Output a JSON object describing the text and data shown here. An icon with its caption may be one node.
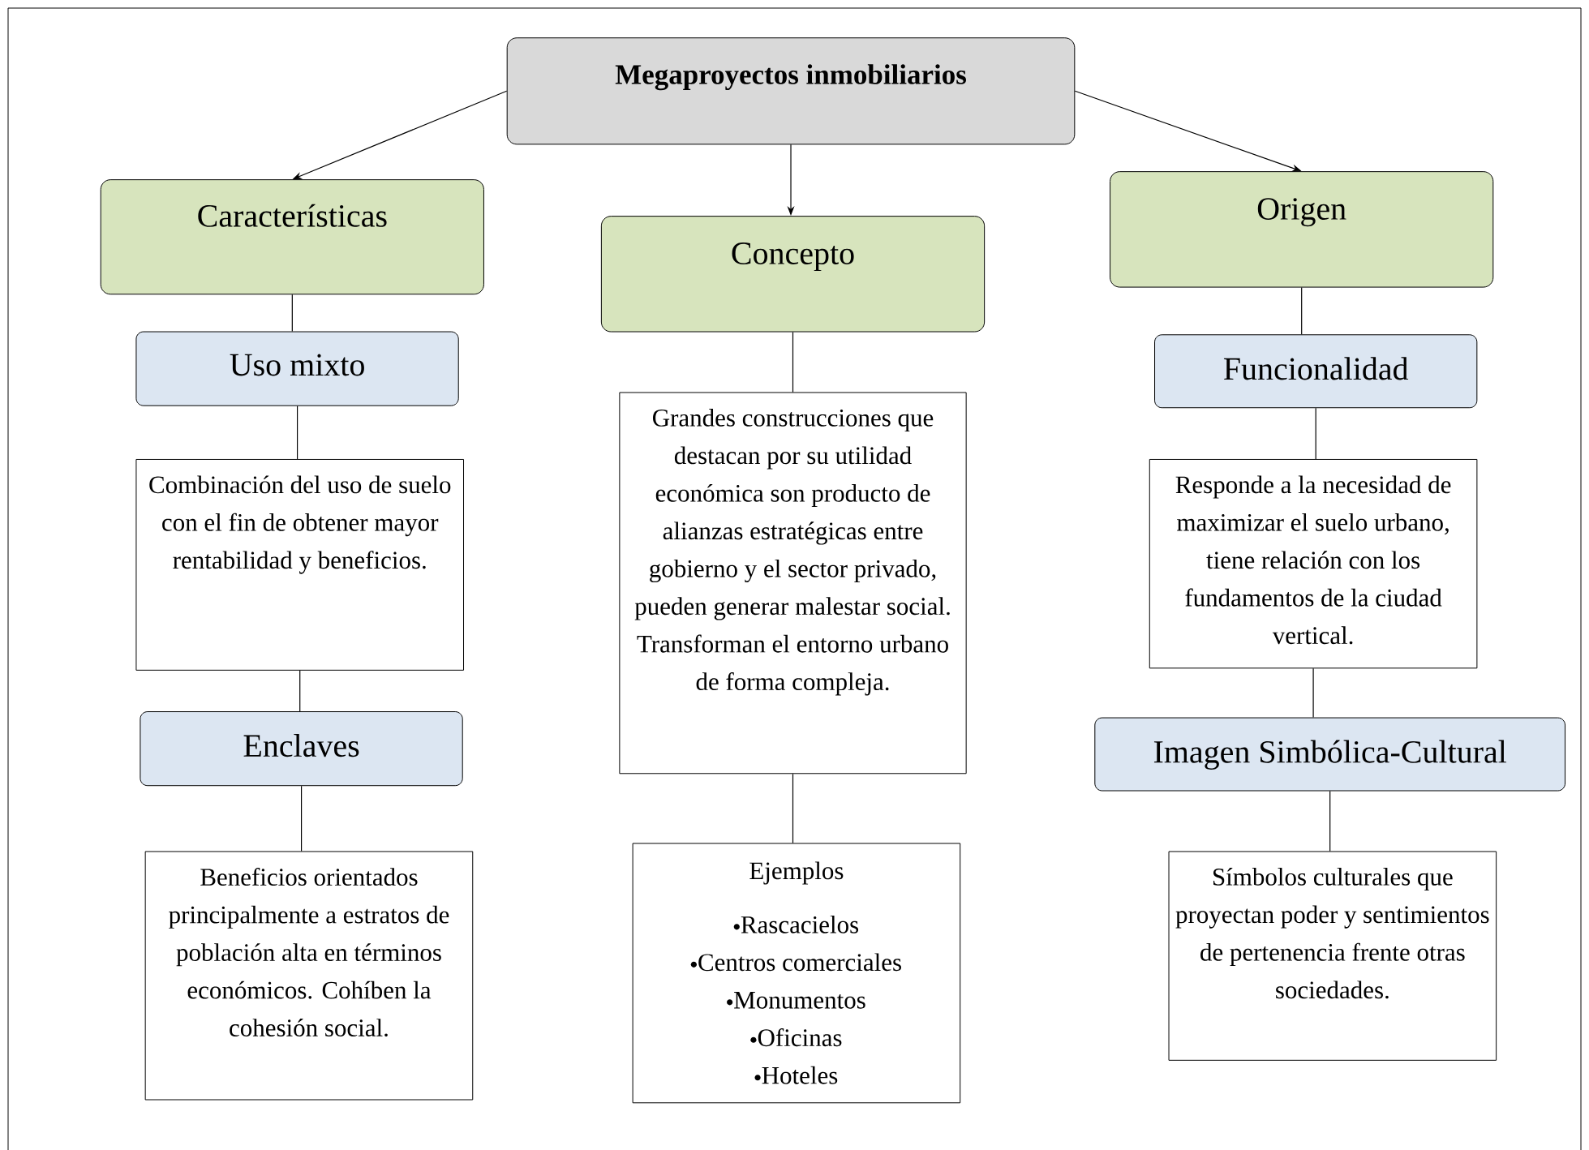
{
  "diagram": {
    "nodes": [
      {
        "text": [
          "Megaproyectos inmobiliarios"
        ]
      },
      {
        "text": [
          "Características"
        ]
      },
      {
        "text": [
          "Concepto"
        ]
      },
      {
        "text": [
          "Origen"
        ]
      },
      {
        "text": [
          "Uso mixto"
        ]
      },
      {
        "text": [
          "Combinación del uso de suelo con el fin de obtener mayor rentabilidad y beneficios."
        ]
      },
      {
        "text": [
          "Enclaves"
        ]
      },
      {
        "text": [
          "Beneficios orientados principalmente a estratos de población alta en términos económicos. Cohíben la cohesión social."
        ]
      },
      {
        "text": [
          "Grandes construcciones que destacan por su utilidad económica son producto de alianzas estratégicas entre gobierno y el sector privado, pueden generar malestar social. Transforman el entorno urbano de forma compleja."
        ]
      },
      {
        "text": [
          "Ejemplos",
          "Rascacielos",
          "Centros comerciales",
          "Monumentos",
          "Oficinas",
          "Hoteles"
        ]
      },
      {
        "text": [
          "Funcionalidad"
        ]
      },
      {
        "text": [
          "Responde a la necesidad de maximizar el suelo urbano, tiene relación con los fundamentos de la ciudad vertical."
        ]
      },
      {
        "text": [
          "Imagen Simbólica-Cultural"
        ]
      },
      {
        "text": [
          "Símbolos culturales que proyectan poder y sentimientos de pertenencia frente otras sociedades."
        ]
      }
    ],
    "edges": [
      {
        "from": 0,
        "to": 1,
        "arrow": "to"
      },
      {
        "from": 0,
        "to": 2,
        "arrow": "to"
      },
      {
        "from": 0,
        "to": 3,
        "arrow": "to"
      },
      {
        "from": 1,
        "to": 4,
        "arrow": "none"
      },
      {
        "from": 4,
        "to": 5,
        "arrow": "none"
      },
      {
        "from": 5,
        "to": 6,
        "arrow": "none"
      },
      {
        "from": 6,
        "to": 7,
        "arrow": "none"
      },
      {
        "from": 2,
        "to": 8,
        "arrow": "none"
      },
      {
        "from": 8,
        "to": 9,
        "arrow": "none"
      },
      {
        "from": 3,
        "to": 10,
        "arrow": "none"
      },
      {
        "from": 10,
        "to": 11,
        "arrow": "none"
      },
      {
        "from": 11,
        "to": 12,
        "arrow": "none"
      },
      {
        "from": 12,
        "to": 13,
        "arrow": "none"
      }
    ]
  }
}
